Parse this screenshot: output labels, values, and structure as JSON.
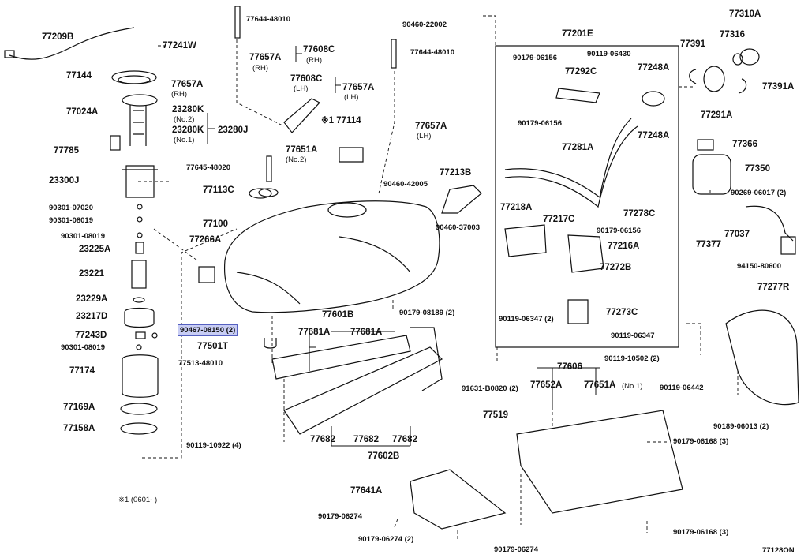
{
  "diagram_code": "77128ON",
  "footnote": "※1 (0601-    )",
  "parts": {
    "p77209B": "77209B",
    "p77241W": "77241W",
    "p77144": "77144",
    "p77024A": "77024A",
    "p77785": "77785",
    "p23300J": "23300J",
    "p90301_07020": "90301-07020",
    "p90301_08019a": "90301-08019",
    "p90301_08019b": "90301-08019",
    "p23225A": "23225A",
    "p23221": "23221",
    "p23229A": "23229A",
    "p23217D": "23217D",
    "p77243D": "77243D",
    "p90301_08019c": "90301-08019",
    "p77174": "77174",
    "p77169A": "77169A",
    "p77158A": "77158A",
    "p77644_48010a": "77644-48010",
    "p77608C_rh": "77608C",
    "p77657A_rh1": "77657A",
    "p77657A_rh2": "77657A",
    "p23280K_1": "23280K",
    "p23280K_2": "23280K",
    "p23280J": "23280J",
    "p77114": "※1 77114",
    "p90460_22002": "90460-22002",
    "p77644_48010b": "77644-48010",
    "p77608C_lh": "77608C",
    "p77657A_lh1": "77657A",
    "p77657A_lh2": "77657A",
    "p77651A_2": "77651A",
    "p77645_48020": "77645-48020",
    "p77113C": "77113C",
    "p77100": "77100",
    "p77266A": "77266A",
    "p90467_08150": "90467-08150 (2)",
    "p77501T": "77501T",
    "p77513_48010": "77513-48010",
    "p77213B": "77213B",
    "p90460_42005": "90460-42005",
    "p90460_37003": "90460-37003",
    "p90179_08189": "90179-08189 (2)",
    "p77601B": "77601B",
    "p77681A_1": "77681A",
    "p77681A_2": "77681A",
    "p77682_1": "77682",
    "p77682_2": "77682",
    "p77682_3": "77682",
    "p77602B": "77602B",
    "p90119_10922": "90119-10922 (4)",
    "p77641A": "77641A",
    "p90179_06274a": "90179-06274",
    "p90179_06274b": "90179-06274 (2)",
    "p90179_06274c": "90179-06274",
    "p77201E": "77201E",
    "p90179_06156a": "90179-06156",
    "p90119_06430": "90119-06430",
    "p77292C": "77292C",
    "p77248A_1": "77248A",
    "p77248A_2": "77248A",
    "p90179_06156b": "90179-06156",
    "p77281A": "77281A",
    "p77218A": "77218A",
    "p77217C": "77217C",
    "p77278C": "77278C",
    "p90179_06156c": "90179-06156",
    "p77216A": "77216A",
    "p77272B": "77272B",
    "p90119_06347a": "90119-06347 (2)",
    "p77273C": "77273C",
    "p90119_06347b": "90119-06347",
    "p90119_10502": "90119-10502 (2)",
    "p91631_B0820": "91631-B0820 (2)",
    "p77606": "77606",
    "p77652A": "77652A",
    "p77651A_1": "77651A",
    "p77519": "77519",
    "p90179_06168a": "90179-06168 (3)",
    "p90179_06168b": "90179-06168 (3)",
    "p77391": "77391",
    "p77310A": "77310A",
    "p77316": "77316",
    "p77391A": "77391A",
    "p77291A": "77291A",
    "p77366": "77366",
    "p77350": "77350",
    "p90269_06017": "90269-06017 (2)",
    "p77377": "77377",
    "p77037": "77037",
    "p94150_80600": "94150-80600",
    "p77277R": "77277R",
    "p90119_06442": "90119-06442",
    "p90189_06013": "90189-06013 (2)"
  },
  "subs": {
    "rh_a": "(RH)",
    "rh_b": "(RH)",
    "rh_c": "(RH)",
    "no2_a": "(No.2)",
    "no1_a": "(No.1)",
    "lh_a": "(LH)",
    "lh_b": "(LH)",
    "lh_c": "(LH)",
    "no2_b": "(No.2)",
    "no1_b": "(No.1)"
  },
  "colors": {
    "highlight": "#c8cdf4",
    "ink": "#111111"
  }
}
